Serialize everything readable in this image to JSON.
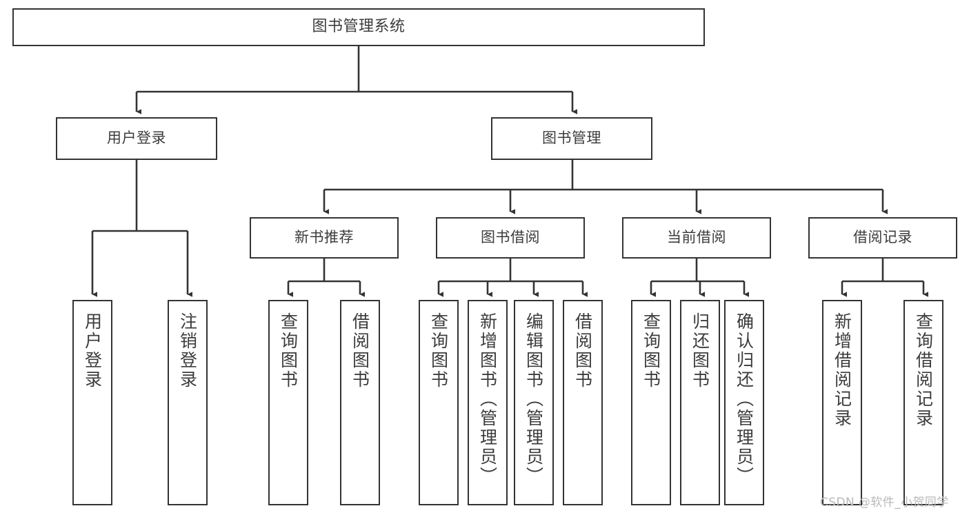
{
  "diagram": {
    "title": "图书管理系统",
    "type": "hierarchy-tree",
    "colors": {
      "box_border": "#333333",
      "box_fill": "#ffffff",
      "text": "#3c3c3c",
      "connector": "#333333",
      "watermark": "#b9b9b9",
      "background": "#ffffff"
    },
    "root": {
      "label": "图书管理系统"
    },
    "level2": [
      {
        "label": "用户登录"
      },
      {
        "label": "图书管理"
      }
    ],
    "level3": [
      {
        "label": "新书推荐"
      },
      {
        "label": "图书借阅"
      },
      {
        "label": "当前借阅"
      },
      {
        "label": "借阅记录"
      }
    ],
    "leaves": {
      "user_login": [
        {
          "label": "用户登录"
        },
        {
          "label": "注销登录"
        }
      ],
      "new_book": [
        {
          "label": "查询图书"
        },
        {
          "label": "借阅图书"
        }
      ],
      "book_borrow": [
        {
          "label": "查询图书"
        },
        {
          "label": "新增图书（管理员）"
        },
        {
          "label": "编辑图书（管理员）"
        },
        {
          "label": "借阅图书"
        }
      ],
      "current_borrow": [
        {
          "label": "查询图书"
        },
        {
          "label": "归还图书"
        },
        {
          "label": "确认归还（管理员）"
        }
      ],
      "borrow_record": [
        {
          "label": "新增借阅记录"
        },
        {
          "label": "查询借阅记录"
        }
      ]
    },
    "watermark": "CSDN @软件_小贺同学"
  }
}
